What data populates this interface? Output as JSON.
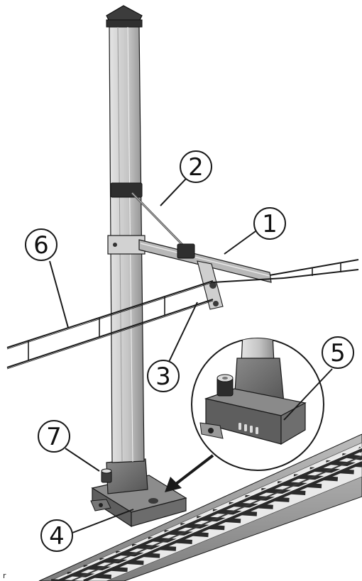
{
  "callouts": [
    {
      "id": "1",
      "label": "1"
    },
    {
      "id": "2",
      "label": "2"
    },
    {
      "id": "3",
      "label": "3"
    },
    {
      "id": "4",
      "label": "4"
    },
    {
      "id": "5",
      "label": "5"
    },
    {
      "id": "6",
      "label": "6"
    },
    {
      "id": "7",
      "label": "7"
    }
  ],
  "corner_mark": "r",
  "colors": {
    "outline": "#1a1a1a",
    "mast": "#c9c9c9",
    "mast_dark": "#8f8f8f",
    "base": "#6e6e6e",
    "base_dark": "#4a4a4a",
    "track_rail": "#d9d9d9",
    "track_tie": "#2b2b2b",
    "bed": "#9a9a9a"
  }
}
